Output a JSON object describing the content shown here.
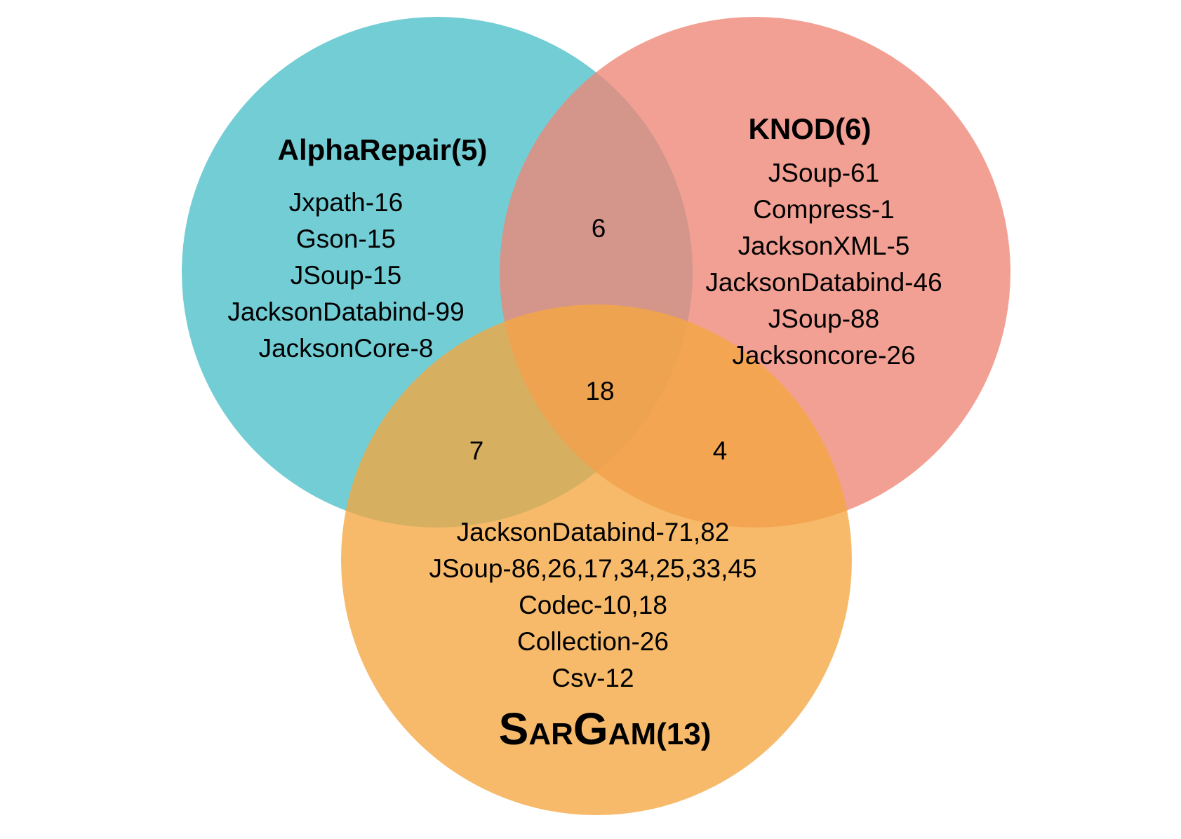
{
  "sets": {
    "alpha": {
      "title": "AlphaRepair(5)",
      "color": "#4bbfc9",
      "items": [
        "Jxpath-16",
        "Gson-15",
        "JSoup-15",
        "JacksonDatabind-99",
        "JacksonCore-8"
      ]
    },
    "knod": {
      "title": "KNOD(6)",
      "color": "#ef8576",
      "items": [
        "JSoup-61",
        "Compress-1",
        "JacksonXML-5",
        "JacksonDatabind-46",
        "JSoup-88",
        "Jacksoncore-26"
      ]
    },
    "sargam": {
      "title_caps": [
        "S",
        "G"
      ],
      "title_small": [
        "AR",
        "AM"
      ],
      "title_tail": "(13)",
      "color": "#f3a640",
      "items": [
        "JacksonDatabind-71,82",
        "JSoup-86,26,17,34,25,33,45",
        "Codec-10,18",
        "Collection-26",
        "Csv-12"
      ]
    }
  },
  "overlaps": {
    "alpha_knod": "6",
    "alpha_knod_sargam": "18",
    "alpha_sargam": "7",
    "knod_sargam": "4"
  }
}
